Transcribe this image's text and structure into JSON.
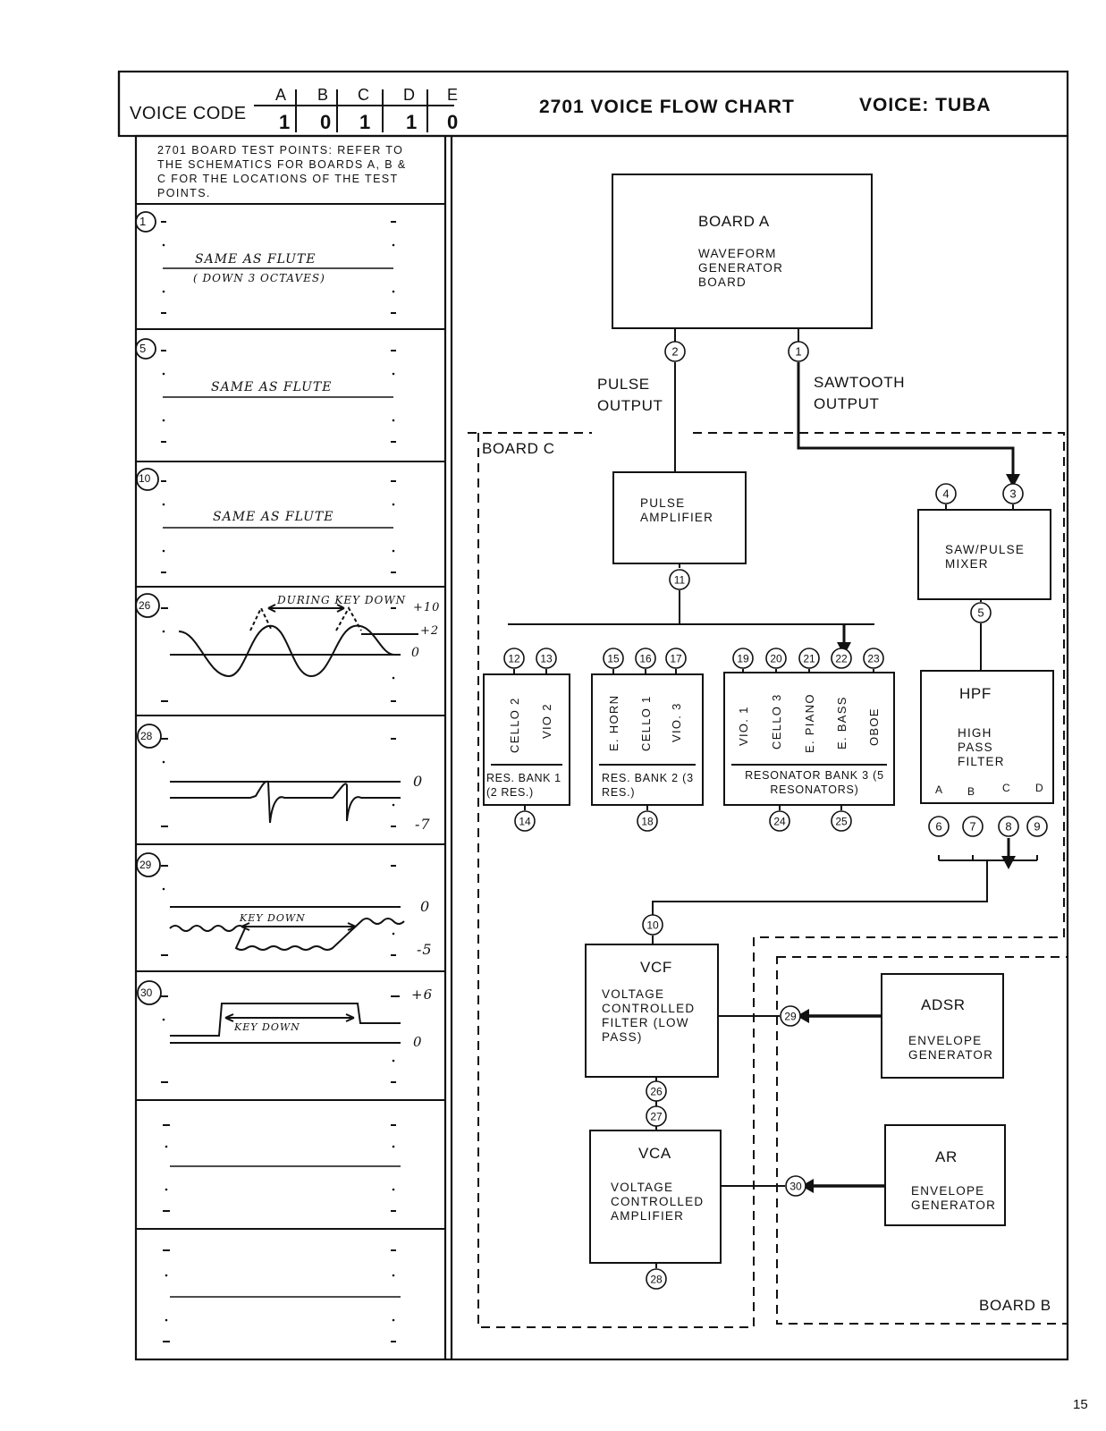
{
  "header": {
    "voice_code_label": "VOICE CODE",
    "code_letters": [
      "A",
      "B",
      "C",
      "D",
      "E"
    ],
    "code_values": [
      "1",
      "0",
      "1",
      "1",
      "0"
    ],
    "title": "2701 VOICE FLOW CHART",
    "voice_label": "VOICE: TUBA"
  },
  "left_panel": {
    "note": "2701 BOARD TEST POINTS: REFER TO THE SCHEMATICS FOR BOARDS A, B & C FOR THE LOCATIONS OF THE TEST POINTS.",
    "traces": [
      {
        "point": "1",
        "text1": "SAME AS FLUTE",
        "text2": "( DOWN 3 OCTAVES)"
      },
      {
        "point": "5",
        "text1": "SAME AS FLUTE"
      },
      {
        "point": "10",
        "text1": "SAME AS FLUTE"
      },
      {
        "point": "26",
        "annotation": "DURING KEY DOWN",
        "levels": [
          "+10",
          "+2",
          "0"
        ]
      },
      {
        "point": "28",
        "levels": [
          "0",
          "-7"
        ]
      },
      {
        "point": "29",
        "annotation": "KEY DOWN",
        "levels": [
          "0",
          "-5"
        ]
      },
      {
        "point": "30",
        "annotation": "KEY DOWN",
        "levels": [
          "+6",
          "0"
        ]
      }
    ]
  },
  "diagram": {
    "board_a": {
      "title": "BOARD A",
      "sub": "WAVEFORM GENERATOR BOARD"
    },
    "pulse_output": "PULSE OUTPUT",
    "sawtooth_output": "SAWTOOTH OUTPUT",
    "board_c": "BOARD C",
    "board_b": "BOARD B",
    "pulse_amplifier": "PULSE AMPLIFIER",
    "saw_pulse_mixer": "SAW/PULSE MIXER",
    "hpf": {
      "title": "HPF",
      "sub": "HIGH PASS FILTER",
      "taps": [
        "A",
        "B",
        "C",
        "D"
      ]
    },
    "res_bank_1": {
      "voices": [
        "CELLO 2",
        "VIO 2"
      ],
      "label": "RES. BANK 1 (2 RES.)"
    },
    "res_bank_2": {
      "voices": [
        "E. HORN",
        "CELLO 1",
        "VIO. 3"
      ],
      "label": "RES. BANK 2 (3 RES.)"
    },
    "res_bank_3": {
      "voices": [
        "VIO. 1",
        "CELLO 3",
        "E. PIANO",
        "E. BASS",
        "OBOE"
      ],
      "label": "RESONATOR BANK 3 (5 RESONATORS)"
    },
    "vcf": {
      "title": "VCF",
      "sub": "VOLTAGE CONTROLLED FILTER (LOW PASS)"
    },
    "vca": {
      "title": "VCA",
      "sub": "VOLTAGE CONTROLLED AMPLIFIER"
    },
    "adsr": {
      "title": "ADSR",
      "sub": "ENVELOPE GENERATOR"
    },
    "ar": {
      "title": "AR",
      "sub": "ENVELOPE GENERATOR"
    },
    "test_points": [
      "1",
      "2",
      "3",
      "4",
      "5",
      "6",
      "7",
      "8",
      "9",
      "10",
      "11",
      "12",
      "13",
      "14",
      "15",
      "16",
      "17",
      "18",
      "19",
      "20",
      "21",
      "22",
      "23",
      "24",
      "25",
      "26",
      "27",
      "28",
      "29",
      "30"
    ]
  },
  "page_number": "15"
}
